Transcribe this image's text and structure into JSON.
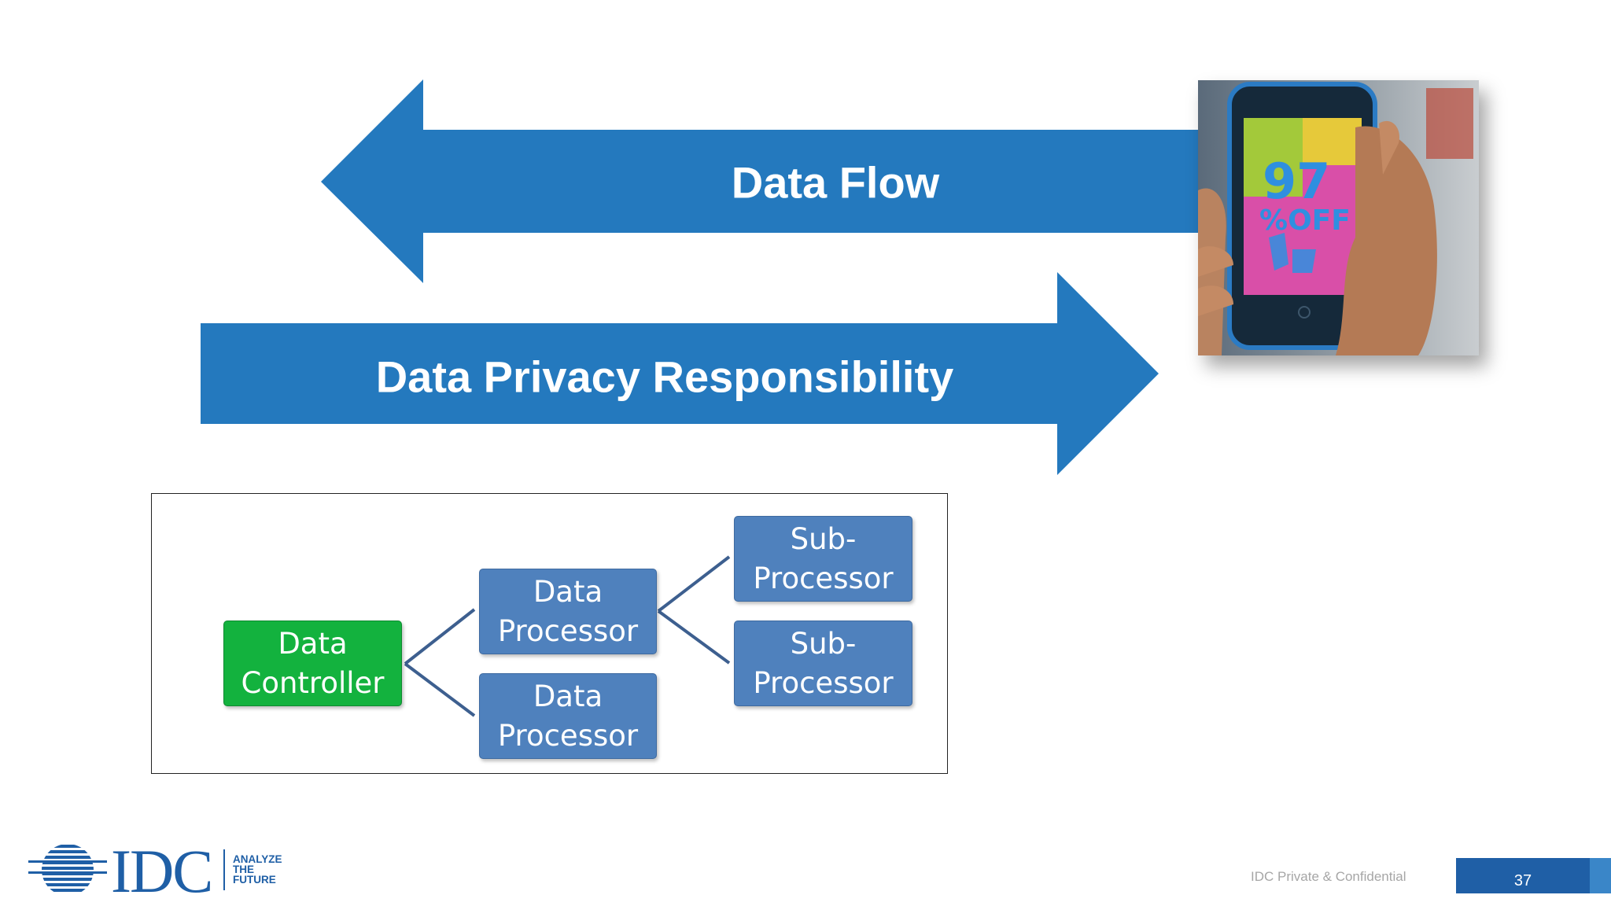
{
  "arrows": {
    "data_flow": {
      "label": "Data Flow",
      "direction": "left"
    },
    "responsibility": {
      "label": "Data Privacy Responsibility",
      "direction": "right"
    }
  },
  "photo": {
    "description_icon": "phone-promo-photo",
    "screen_lines": [
      "97",
      "%OFF"
    ]
  },
  "hierarchy": {
    "controller": {
      "line1": "Data",
      "line2": "Controller"
    },
    "processor_top": {
      "line1": "Data",
      "line2": "Processor"
    },
    "processor_bottom": {
      "line1": "Data",
      "line2": "Processor"
    },
    "sub_top": {
      "line1": "Sub-",
      "line2": "Processor"
    },
    "sub_bottom": {
      "line1": "Sub-",
      "line2": "Processor"
    }
  },
  "footer": {
    "logo_word": "IDC",
    "tagline": [
      "ANALYZE",
      "THE",
      "FUTURE"
    ],
    "confidential": "IDC Private & Confidential",
    "page_number": "37"
  },
  "colors": {
    "arrow_blue": "#2479be",
    "controller_green": "#13b23e",
    "processor_blue": "#4f81bd",
    "brand_blue": "#1f5fa6"
  }
}
